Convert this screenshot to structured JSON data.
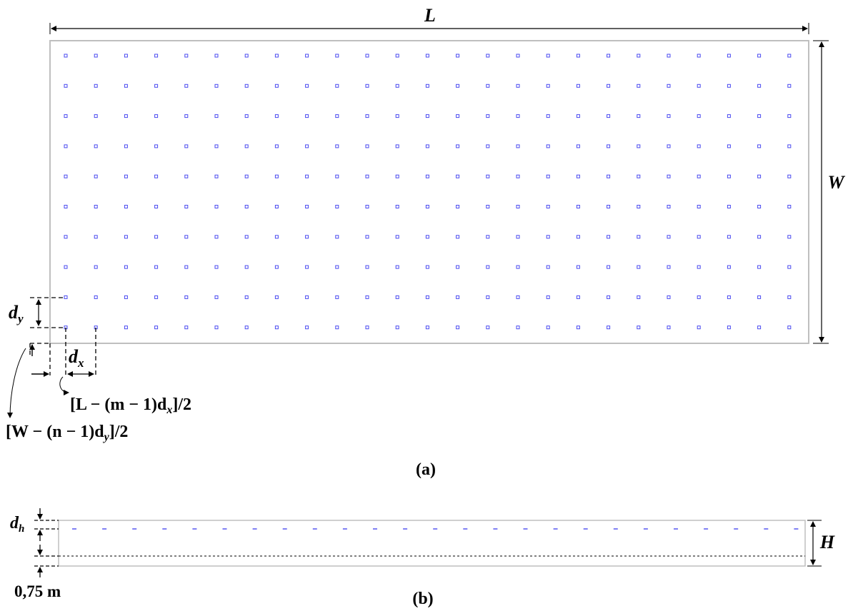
{
  "plan": {
    "length_label": "L",
    "width_label": "W",
    "dy_label": "d",
    "dy_sub": "y",
    "dx_label": "d",
    "dx_sub": "x",
    "x_offset_formula": "[L − (m − 1)d",
    "x_offset_formula_sub": "x",
    "x_offset_formula_end": "]/2",
    "y_offset_formula": "[W − (n − 1)d",
    "y_offset_formula_sub": "y",
    "y_offset_formula_end": "]/2",
    "caption": "(a)",
    "columns": 25,
    "rows": 10,
    "point_color": "#4a4af0"
  },
  "section": {
    "dh_label": "d",
    "dh_sub": "h",
    "height_label": "H",
    "depth_label": "0,75 m",
    "caption": "(b)",
    "columns": 25
  }
}
